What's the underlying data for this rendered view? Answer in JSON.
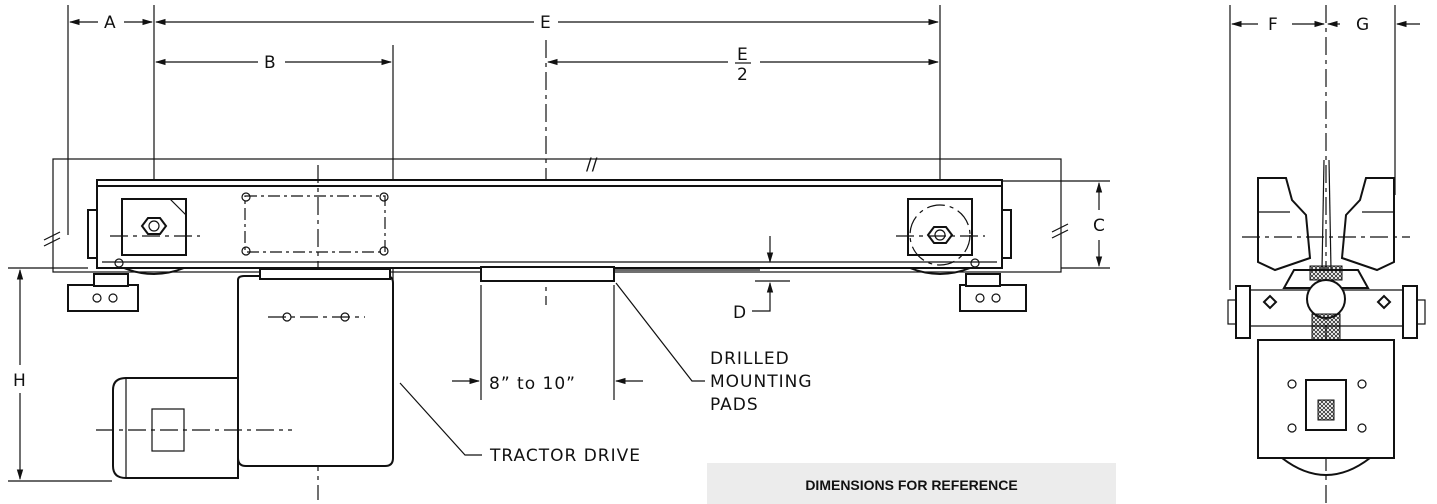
{
  "labels": {
    "A": "A",
    "B": "B",
    "E": "E",
    "E_half_num": "E",
    "E_half_den": "2",
    "C": "C",
    "D": "D",
    "F": "F",
    "G": "G",
    "H": "H",
    "spacing": "8” to 10”",
    "pads_line1": "DRILLED",
    "pads_line2": "MOUNTING",
    "pads_line3": "PADS",
    "tractor": "TRACTOR DRIVE",
    "break_mark": "//"
  },
  "reference_note": "DIMENSIONS FOR REFERENCE"
}
